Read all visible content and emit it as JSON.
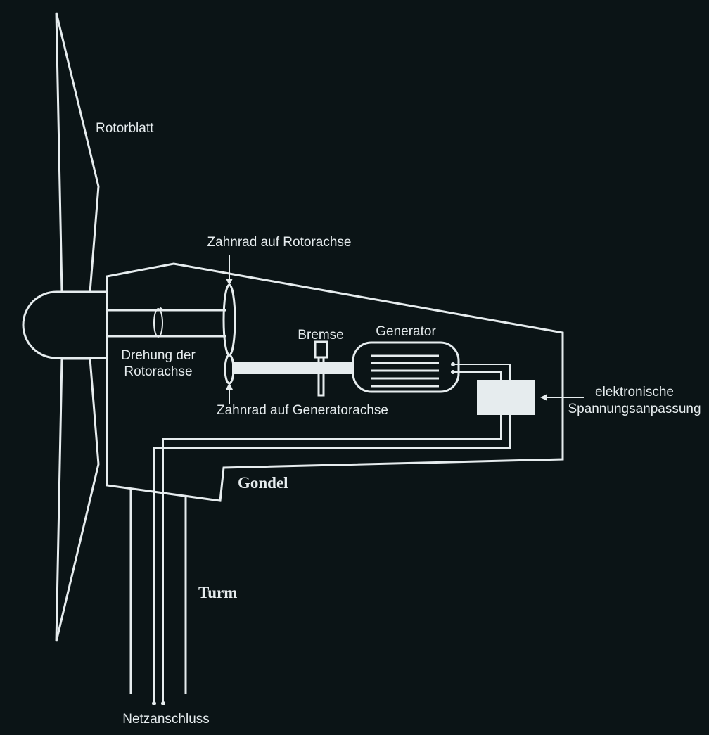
{
  "labels": {
    "rotorblatt": "Rotorblatt",
    "zahnrad_rotor": "Zahnrad auf Rotorachse",
    "drehung_line1": "Drehung der",
    "drehung_line2": "Rotorachse",
    "bremse": "Bremse",
    "generator": "Generator",
    "zahnrad_generator": "Zahnrad auf Generatorachse",
    "elektronik_line1": "elektronische",
    "elektronik_line2": "Spannungsanpassung",
    "gondel": "Gondel",
    "turm": "Turm",
    "netzanschluss": "Netzanschluss"
  },
  "colors": {
    "background": "#0b1416",
    "line": "#e6ecee"
  }
}
